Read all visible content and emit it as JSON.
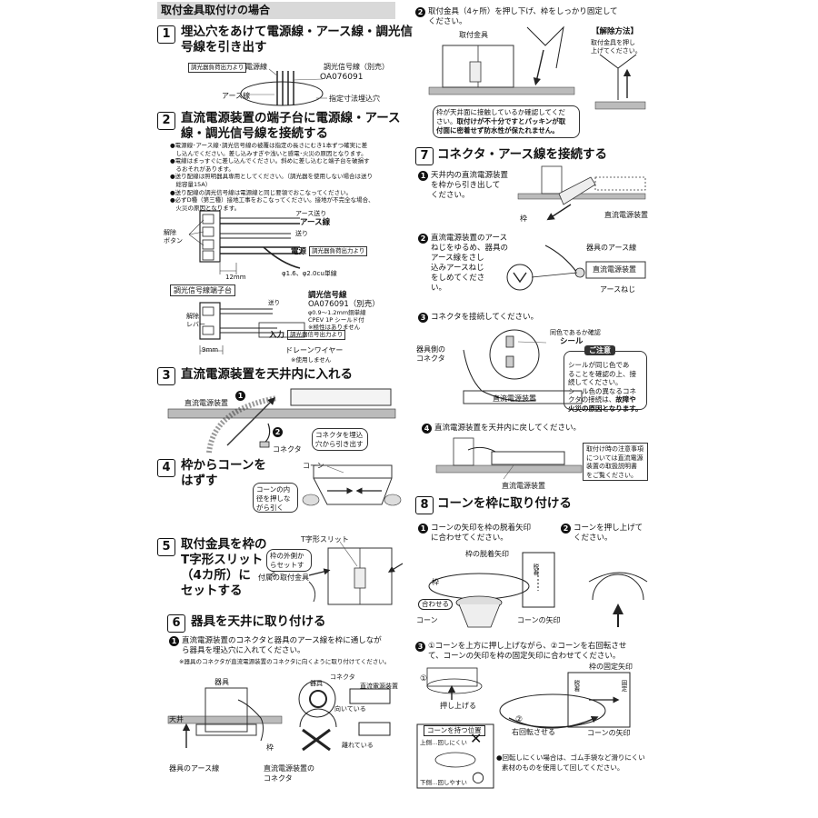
{
  "header": {
    "title": "取付金具取付けの場合"
  },
  "step1": {
    "num": "1",
    "title_l1": "埋込穴をあけて電源線・アース線・調光信",
    "title_l2": "号線を引き出す",
    "tag_box": "調光器負荷出力より",
    "label_power": "電源線",
    "label_signal": "調光信号線（別売）",
    "label_signal_part": "OA076091",
    "label_earth": "アース線",
    "label_hole": "指定寸法埋込穴"
  },
  "step2": {
    "num": "2",
    "title_l1": "直流電源装置の端子台に電源線・アース",
    "title_l2": "線・調光信号線を接続する",
    "bullets": [
      "●電源線･アース線･調光信号線の被覆は指定の長さにむき1本ずつ確実に差",
      "　し込んでください。差し込みすぎや浅いと感電･火災の原因となります。",
      "●電線はまっすぐに差し込んでください。斜めに差し込むと端子台を破損す",
      "　るおそれがあります。",
      "●送り配線は照明器具専用としてください。（調光器を使用しない場合は送り",
      "　総容量15A）",
      "●送り配線の調光信号線は電源線と同じ要領でおこなってください。",
      "●必ずD種（第三種）接地工事をおこなってください。接地が不完全な場合、",
      "　火災の原因となります。"
    ],
    "label_earth_send": "アース送り",
    "label_earth": "アース線",
    "label_send": "送り",
    "label_power": "電源",
    "label_from_dimmer": "調光器負荷出力より",
    "label_release_btn_1": "解除",
    "label_release_btn_2": "ボタン",
    "label_12mm": "12mm",
    "label_wire_size": "φ1.6、φ2.0cu単線",
    "terminal_title": "調光信号線端子台",
    "label_send2": "送り",
    "label_signal": "調光信号線",
    "label_signal_part": "OA076091（別売）",
    "label_signal_spec1": "φ0.9～1.2mm銅単線",
    "label_signal_spec2": "CPEV 1P シールド付",
    "label_signal_spec3": "※極性はありません",
    "label_release_lever_1": "解除",
    "label_release_lever_2": "レバー",
    "label_9mm": "9mm",
    "label_input": "入力",
    "label_from_dimmer2": "調光器信号出力より",
    "label_drain": "ドレーンワイヤー",
    "label_drain_note": "※使用しません"
  },
  "step3": {
    "num": "3",
    "title": "直流電源装置を天井内に入れる",
    "label_unit": "直流電源装置",
    "label_connector": "コネクタ",
    "note": "コネクタを埋込穴から引き出す",
    "n1": "1",
    "n2": "2"
  },
  "step4": {
    "num": "4",
    "title_l1": "枠からコーンを",
    "title_l2": "はずす",
    "label_cone": "コーン",
    "note": "コーンの内径を押しながら引く"
  },
  "step5": {
    "num": "5",
    "title_l1": "取付金具を枠の",
    "title_l2": "T字形スリット",
    "title_l3": "（4カ所）に",
    "title_l4": "セットする",
    "label_slit": "T字形スリット",
    "note": "枠の外側からセットする",
    "label_bracket": "付属の取付金具"
  },
  "step6": {
    "num": "6",
    "title": "器具を天井に取り付ける",
    "sub_l1": "直流電源装置のコネクタと器具のアース線を枠に通しなが",
    "sub_l2": "ら器具を埋込穴に入れてください。",
    "note": "※器具のコネクタが直流電源装置のコネクタに向くように取り付けてください。",
    "label_fixture": "器具",
    "label_ceiling": "天井",
    "label_frame": "枠",
    "label_earth": "器具のアース線",
    "label_connector_l1": "直流電源装置の",
    "label_connector_l2": "コネクタ",
    "label_fixture2": "器具",
    "label_connector2": "コネクタ",
    "label_unit": "直流電源装置",
    "label_facing": "向いている",
    "label_away": "離れている",
    "n1": "1"
  },
  "right_top": {
    "n2": "2",
    "sub_l1": "取付金具（4ヶ所）を押し下げ、枠をしっかり固定して",
    "sub_l2": "ください。",
    "label_bracket": "取付金具",
    "release_title": "【解除方法】",
    "release_l1": "取付金具を押し",
    "release_l2": "上げてください。",
    "note_l1": "枠が天井面に接触しているか確認してくだ",
    "note_l2": "さい。",
    "note_bold_l2": "取付けが不十分ですとパッキンが取",
    "note_bold_l3": "付面に密着せず防水性が保たれません。"
  },
  "step7": {
    "num": "7",
    "title": "コネクタ・アース線を接続する",
    "s1_l1": "天井内の直流電源装置",
    "s1_l2": "を枠から引き出して",
    "s1_l3": "ください。",
    "label_frame": "枠",
    "label_unit": "直流電源装置",
    "s2_l1": "直流電源装置のアース",
    "s2_l2": "ねじをゆるめ、器具の",
    "s2_l3": "アース線をさし",
    "s2_l4": "込みアースねじ",
    "s2_l5": "をしめてくださ",
    "s2_l6": "い。",
    "label_fixture_earth": "器具のアース線",
    "label_unit2": "直流電源装置",
    "label_earth_screw": "アースねじ",
    "s3": "コネクタを接続してください。",
    "label_color_check": "同色であるか確認",
    "label_seal": "シール",
    "caution_title": "ご注意",
    "caution_l1": "シールが同じ色であ",
    "caution_l2": "ることを確認の上、接",
    "caution_l3": "続してください。",
    "caution_l4": "シール色の異なるコネ",
    "caution_l5": "クタの接続は、",
    "caution_bold1": "故障や",
    "caution_bold2": "火災の原因となります。",
    "label_fixture_connector_l1": "器具側の",
    "label_fixture_connector_l2": "コネクタ",
    "label_unit3": "直流電源装置",
    "s4": "直流電源装置を天井内に戻してください。",
    "box_l1": "取付け時の注意事項",
    "box_l2": "については直流電源",
    "box_l3": "装置の取扱説明書",
    "box_l4": "をご覧ください。",
    "label_unit4": "直流電源装置",
    "n1": "1",
    "n2": "2",
    "n3": "3",
    "n4": "4"
  },
  "step8": {
    "num": "8",
    "title": "コーンを枠に取り付ける",
    "s1_l1": "コーンの矢印を枠の脱着矢印",
    "s1_l2": "に合わせてください。",
    "s2_l1": "コーンを押し上げて",
    "s2_l2": "ください。",
    "label_frame_arrow": "枠の脱着矢印",
    "label_frame": "枠",
    "label_align": "合わせる",
    "label_cone": "コーン",
    "label_cone_arrow": "コーンの矢印",
    "s3_l1": "①コーンを上方に押し上げながら、②コーンを右回転させ",
    "s3_l2": "て、コーンの矢印を枠の固定矢印に合わせてください。",
    "label_fixed_arrow": "枠の固定矢印",
    "label_push_up": "押し上げる",
    "label_rotate": "右回転させる",
    "label_cone_arrow2": "コーンの矢印",
    "hold_title": "コーンを持つ位置",
    "hold_upper": "上側…回しにくい",
    "hold_lower": "下側…回しやすい",
    "mark_x": "✕",
    "mark_o": "○",
    "note_l1": "●回転しにくい場合は、ゴム手袋など滑りにくい",
    "note_l2": "素材のものを使用して回してください。",
    "n1": "1",
    "n2": "2",
    "n3": "3",
    "c1": "①",
    "c2": "②",
    "tag_detach": "脱着",
    "tag_fix": "固定"
  }
}
